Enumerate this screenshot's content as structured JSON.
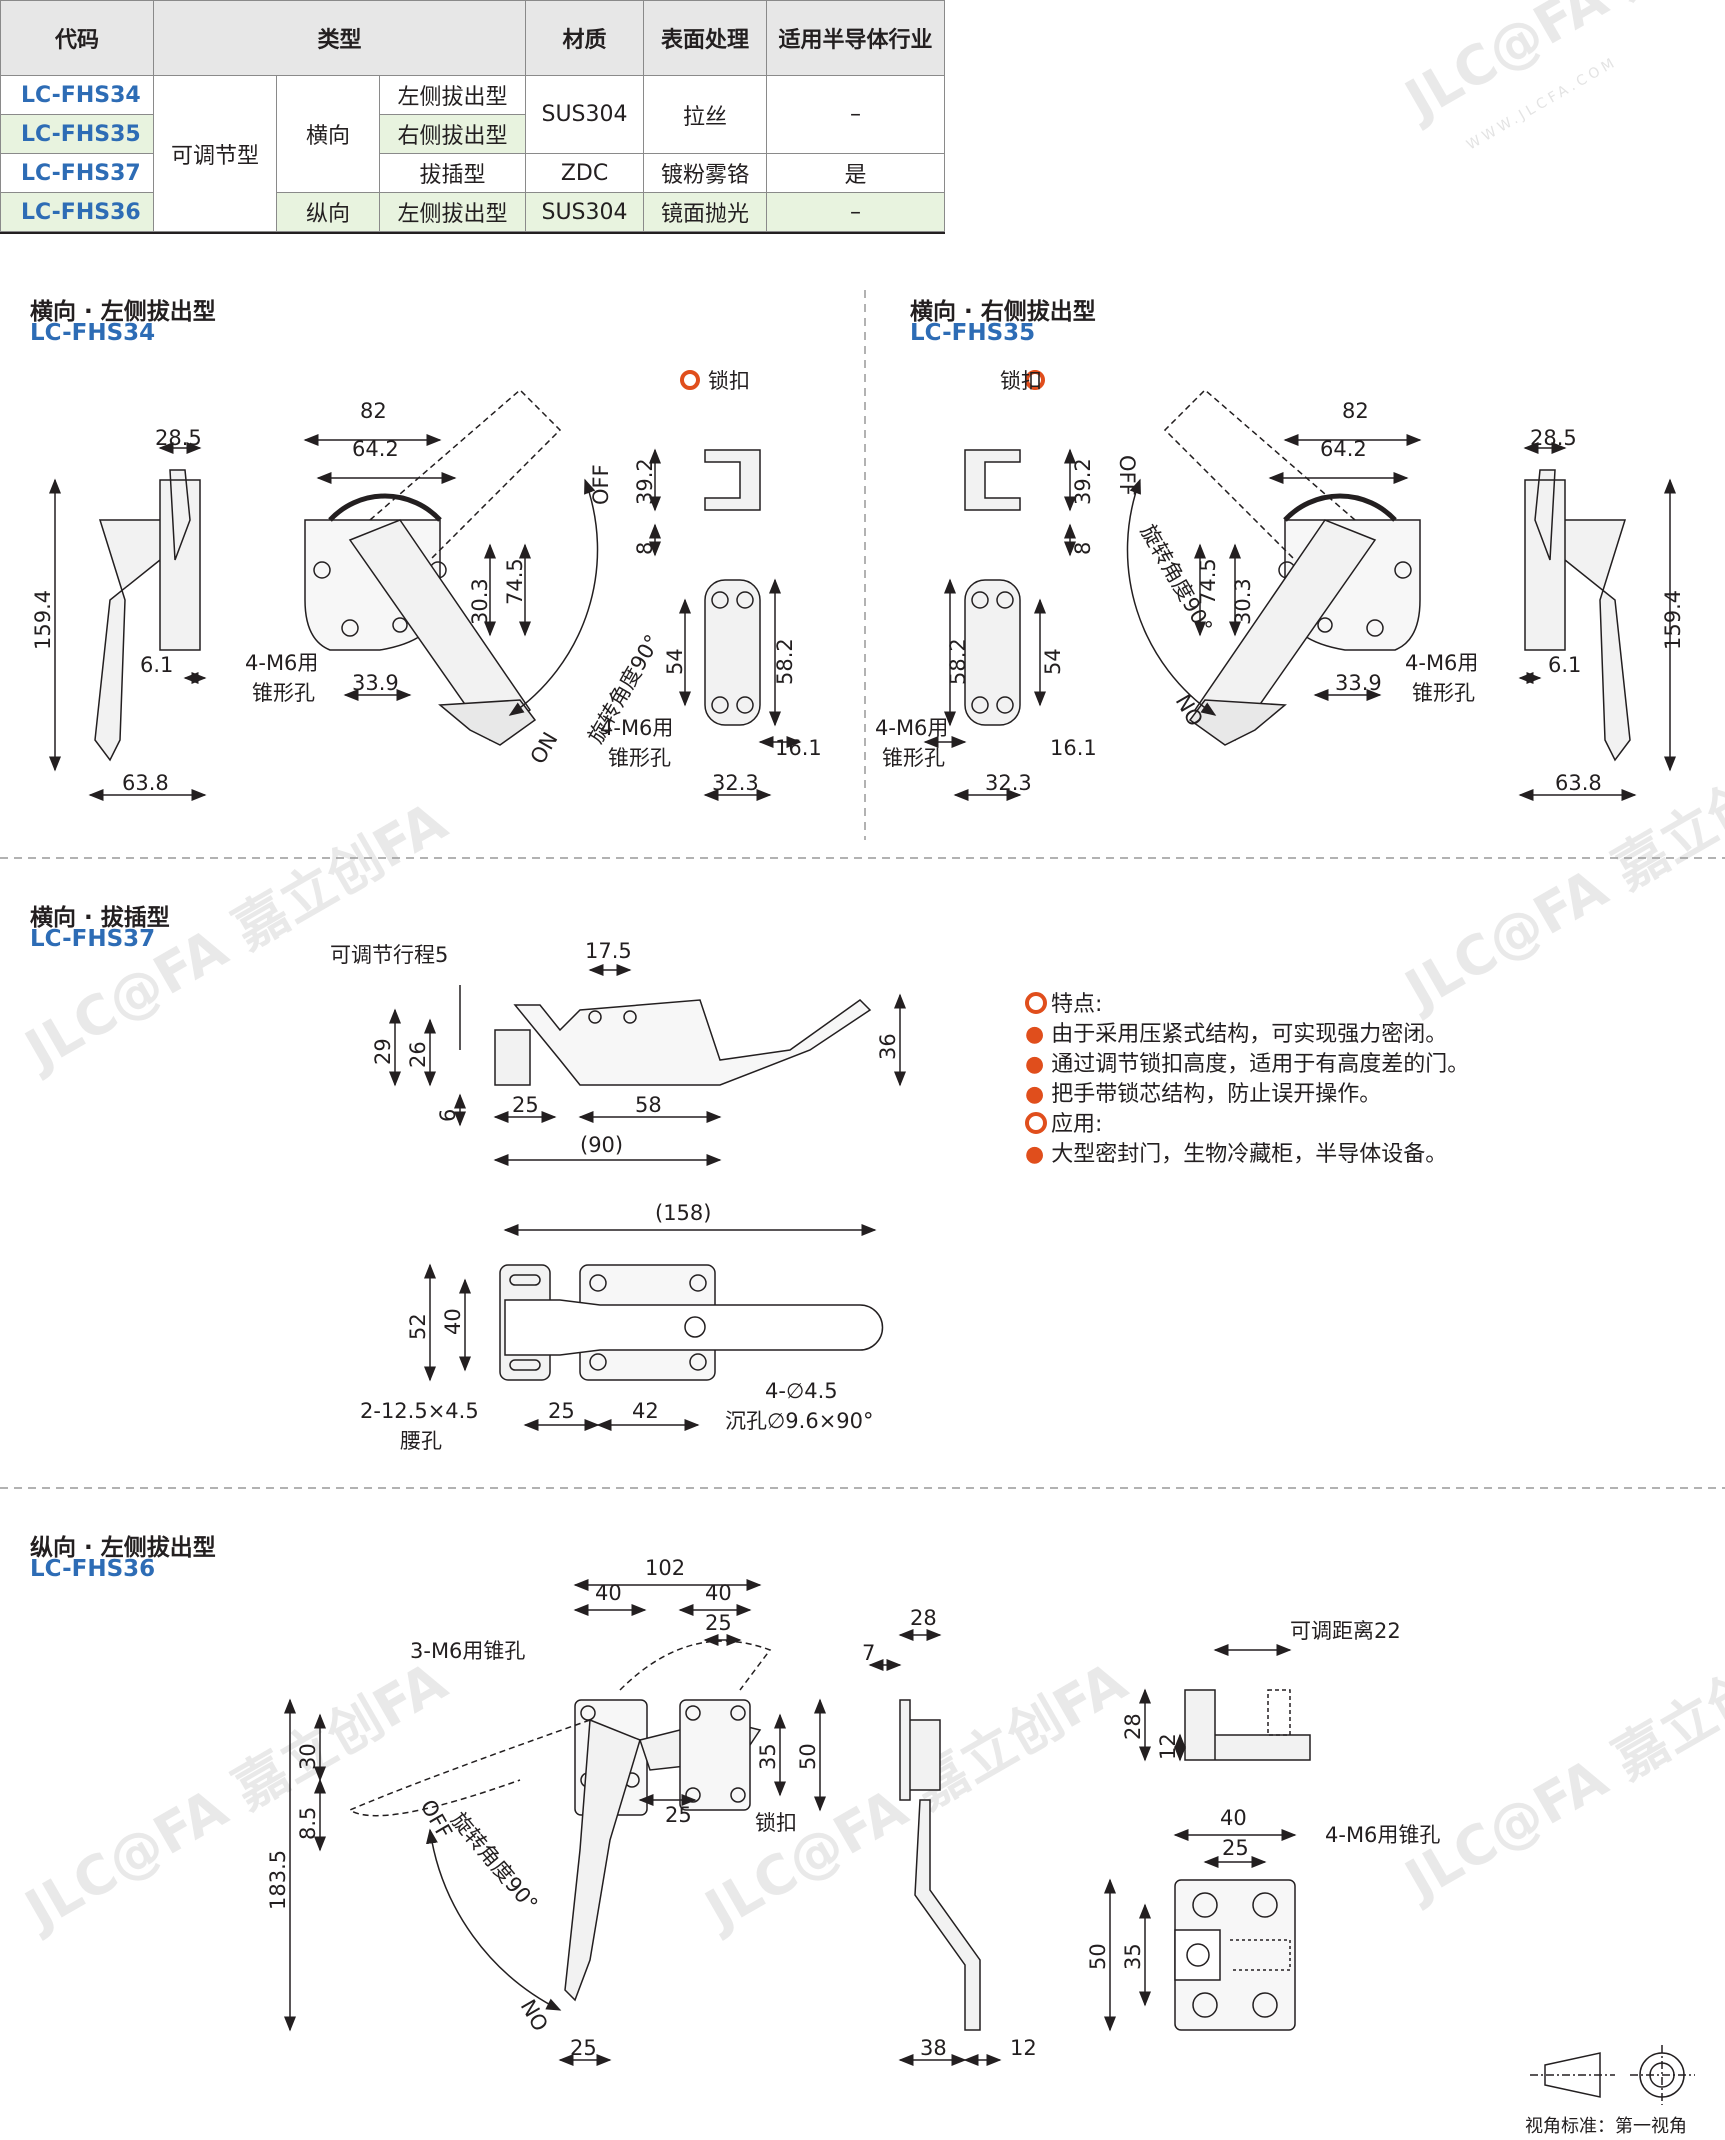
{
  "table": {
    "headers": [
      "代码",
      "类型",
      "材质",
      "表面处理",
      "适用半导体行业"
    ],
    "rows": [
      {
        "code": "LC-FHS34",
        "type3": "左侧拔出型",
        "material": "SUS304",
        "finish": "拉丝",
        "semi": "–"
      },
      {
        "code": "LC-FHS35",
        "type3": "右侧拔出型"
      },
      {
        "code": "LC-FHS37",
        "type3": "拔插型",
        "material": "ZDC",
        "finish": "镀粉雾铬",
        "semi": "是"
      },
      {
        "code": "LC-FHS36",
        "type2": "纵向",
        "type3": "左侧拔出型",
        "material": "SUS304",
        "finish": "镜面抛光",
        "semi": "–"
      }
    ],
    "type1": "可调节型",
    "type2_horizontal": "横向"
  },
  "sections": {
    "s1": {
      "title": "横向 · 左侧拔出型",
      "code": "LC-FHS34"
    },
    "s2": {
      "title": "横向 · 右侧拔出型",
      "code": "LC-FHS35"
    },
    "s3": {
      "title": "横向 · 拔插型",
      "code": "LC-FHS37"
    },
    "s4": {
      "title": "纵向 · 左侧拔出型",
      "code": "LC-FHS36"
    }
  },
  "labels": {
    "latch": "锁扣",
    "rotation": "旋转角度90°",
    "off": "OFF",
    "on": "NO",
    "m6_line1": "4-M6用",
    "m6_line2": "锥形孔",
    "adjust_stroke": "可调节行程5",
    "slot_line1": "2-12.5×4.5",
    "slot_line2": "腰孔",
    "hole_line1": "4-∅4.5",
    "hole_line2": "沉孔∅9.6×90°",
    "m6_3": "3-M6用锥孔",
    "adjust_dist": "可调距离22",
    "m6_4": "4-M6用锥孔",
    "view_std": "视角标准：第一视角"
  },
  "dims": {
    "s1": [
      "28.5",
      "159.4",
      "6.1",
      "63.8",
      "82",
      "64.2",
      "30.3",
      "74.5",
      "33.9",
      "39.2",
      "8",
      "54",
      "58.2",
      "16.1",
      "32.3"
    ],
    "s3": [
      "17.5",
      "29",
      "26",
      "6",
      "25",
      "58",
      "(90)",
      "36",
      "(158)",
      "52",
      "40",
      "25",
      "42"
    ],
    "s4": [
      "102",
      "40",
      "40",
      "25",
      "30",
      "8.5",
      "183.5",
      "25",
      "35",
      "50",
      "25",
      "28",
      "7",
      "38",
      "12",
      "28",
      "12",
      "40",
      "25",
      "50",
      "35"
    ]
  },
  "features": {
    "heading1": "特点:",
    "items1": [
      "由于采用压紧式结构，可实现强力密闭。",
      "通过调节锁扣高度，适用于有高度差的门。",
      "把手带锁芯结构，防止误开操作。"
    ],
    "heading2": "应用:",
    "items2": [
      "大型密封门，生物冷藏柜，半导体设备。"
    ]
  },
  "watermark": {
    "brand": "JLC@FA 嘉立创FA",
    "url": "WWW.JLCFA.COM"
  },
  "colors": {
    "accent": "#e04e1c",
    "code_blue": "#2d6cb5",
    "highlight": "#e8f3df"
  }
}
